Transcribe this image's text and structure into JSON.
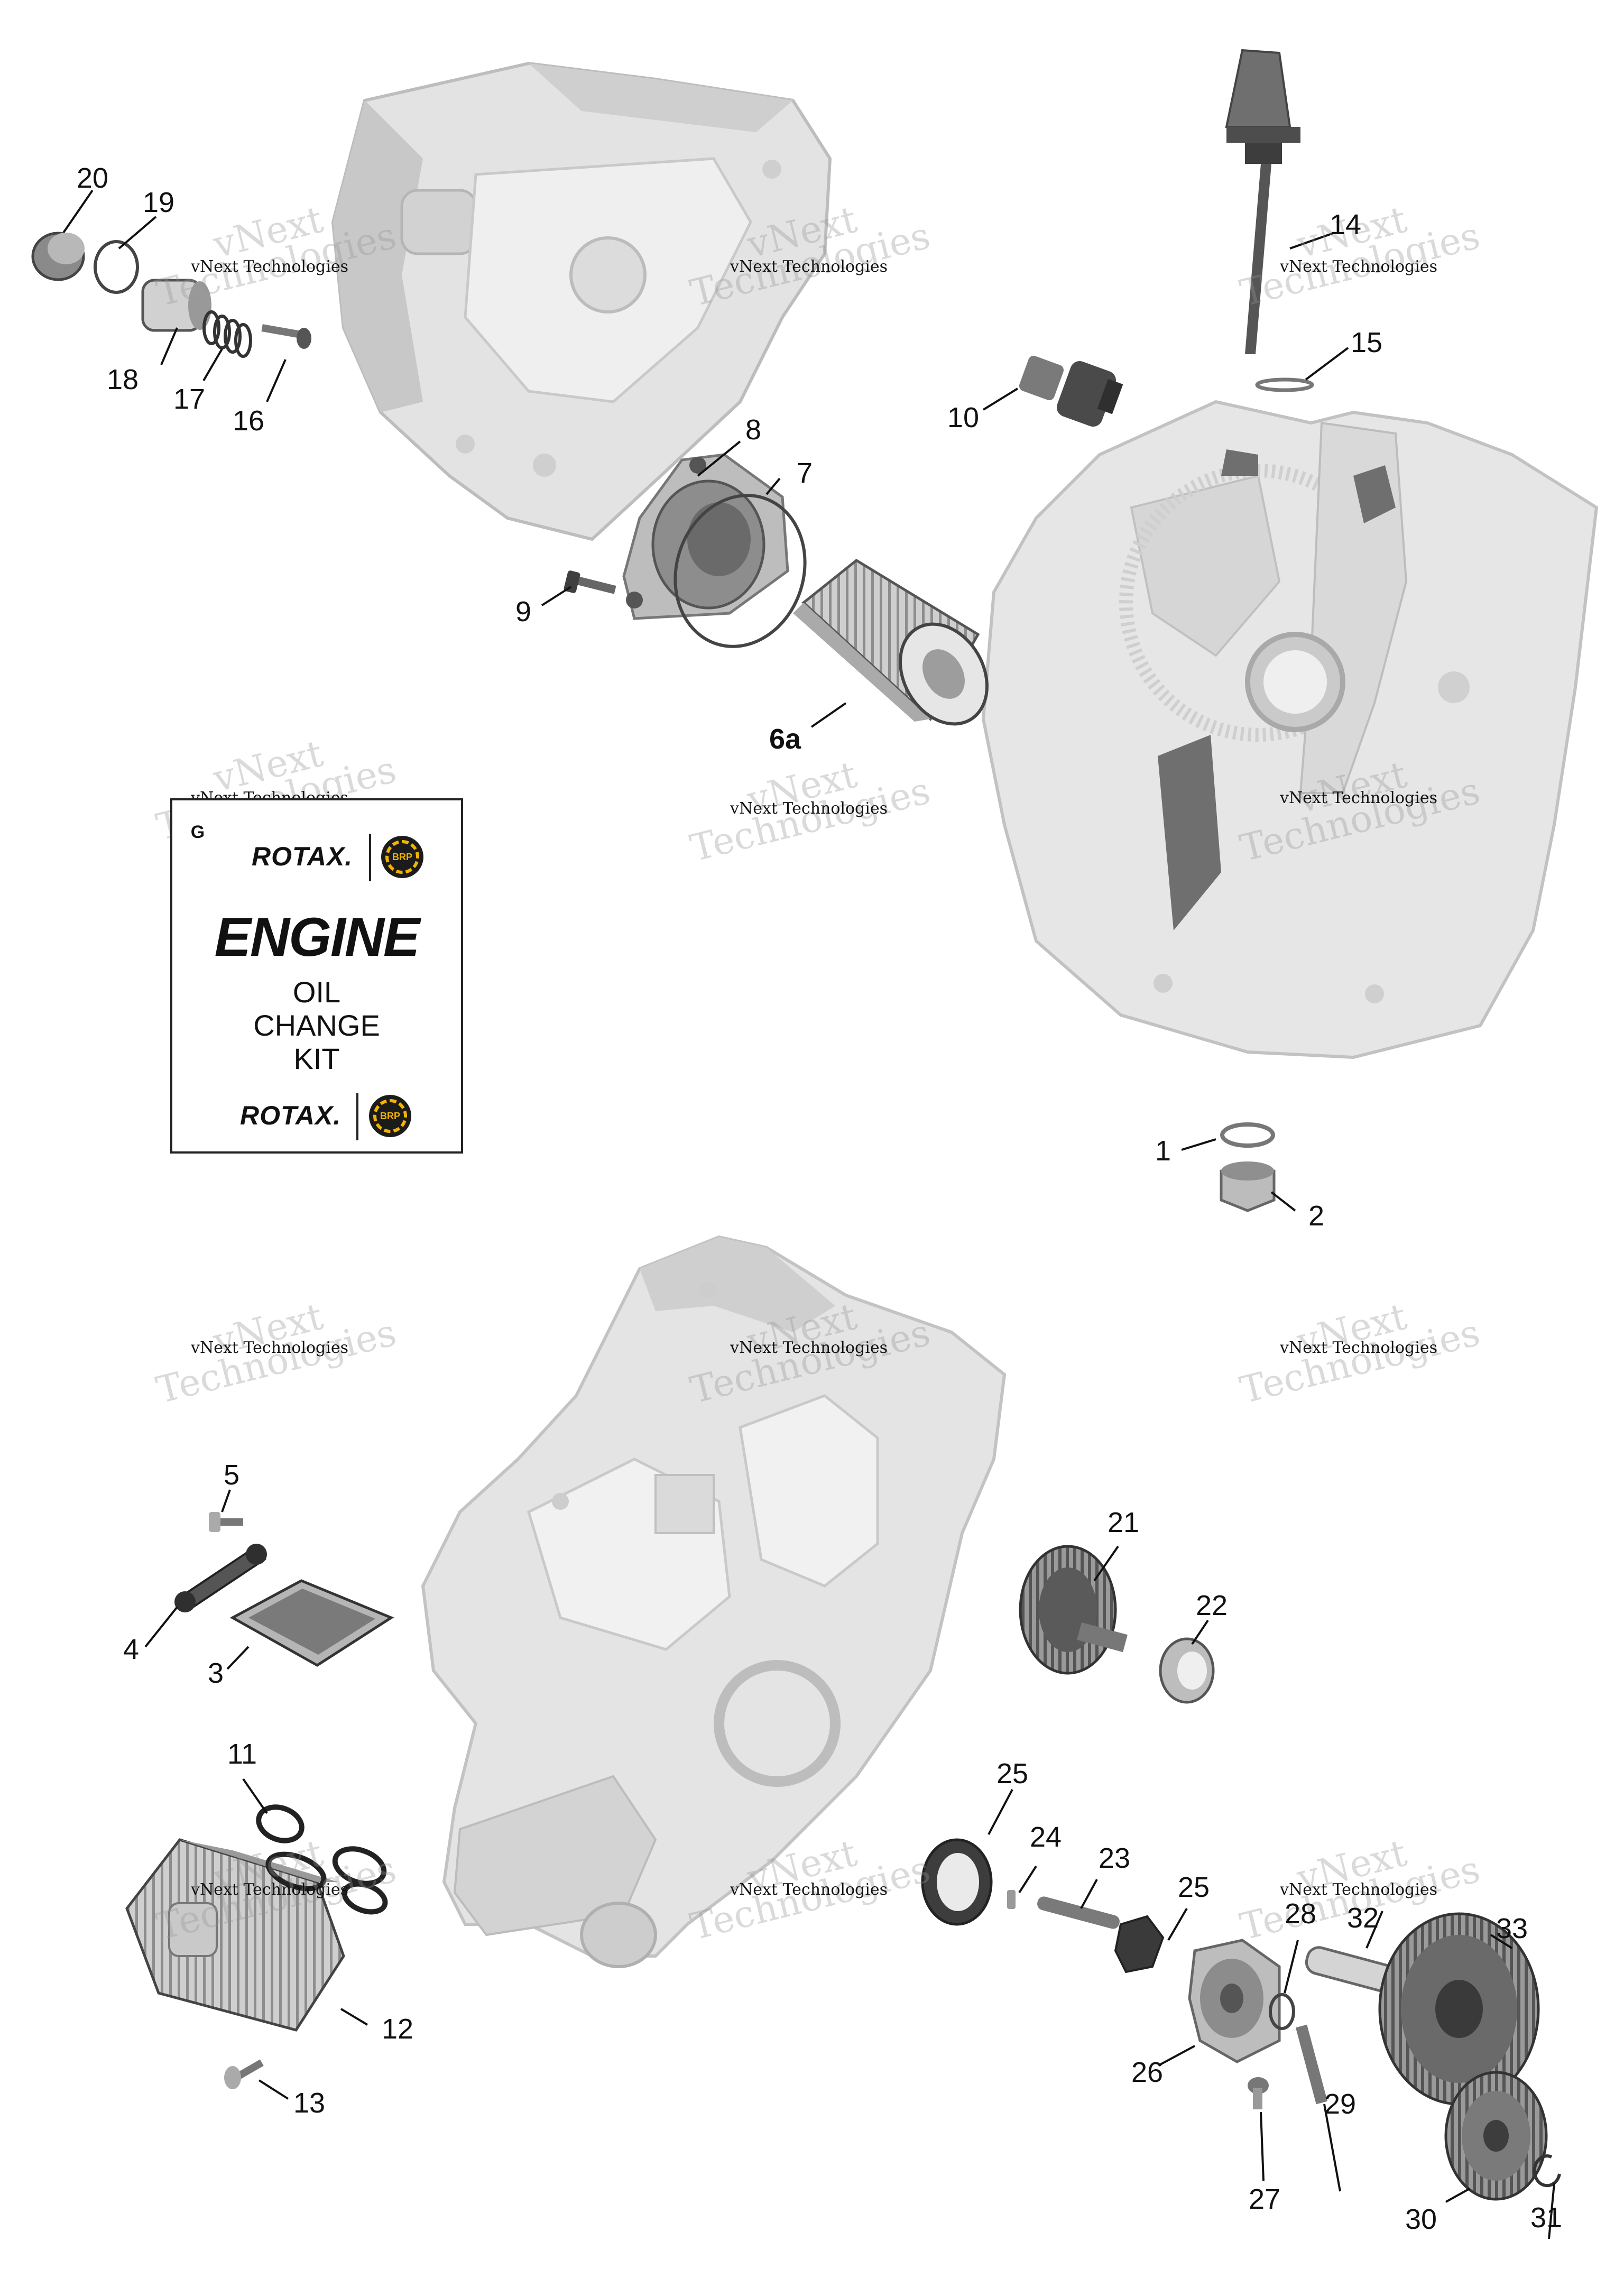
{
  "callouts": {
    "c1": "1",
    "c2": "2",
    "c3": "3",
    "c4": "4",
    "c5": "5",
    "c6a": "6a",
    "c7": "7",
    "c8": "8",
    "c9": "9",
    "c10": "10",
    "c11": "11",
    "c12": "12",
    "c13": "13",
    "c14": "14",
    "c15": "15",
    "c16": "16",
    "c17": "17",
    "c18": "18",
    "c19": "19",
    "c20": "20",
    "c21": "21",
    "c22": "22",
    "c23": "23",
    "c24": "24",
    "c25a": "25",
    "c25b": "25",
    "c26": "26",
    "c27": "27",
    "c28": "28",
    "c29": "29",
    "c30": "30",
    "c31": "31",
    "c32": "32",
    "c33": "33"
  },
  "watermark": {
    "small": "vNext Technologies",
    "big_line1": "vNext",
    "big_line2": "Technologies"
  },
  "kit_card": {
    "brand": "ROTAX",
    "brand_suffix": ".",
    "badge": "BRP",
    "title": "ENGINE",
    "line1": "OIL",
    "line2": "CHANGE",
    "line3": "KIT",
    "mark": "G"
  },
  "colors": {
    "part_light": "#d9d9d9",
    "part_mid": "#bcbcbc",
    "part_dark": "#6d6d6d",
    "part_black": "#3a3a3a",
    "line": "#111111"
  }
}
